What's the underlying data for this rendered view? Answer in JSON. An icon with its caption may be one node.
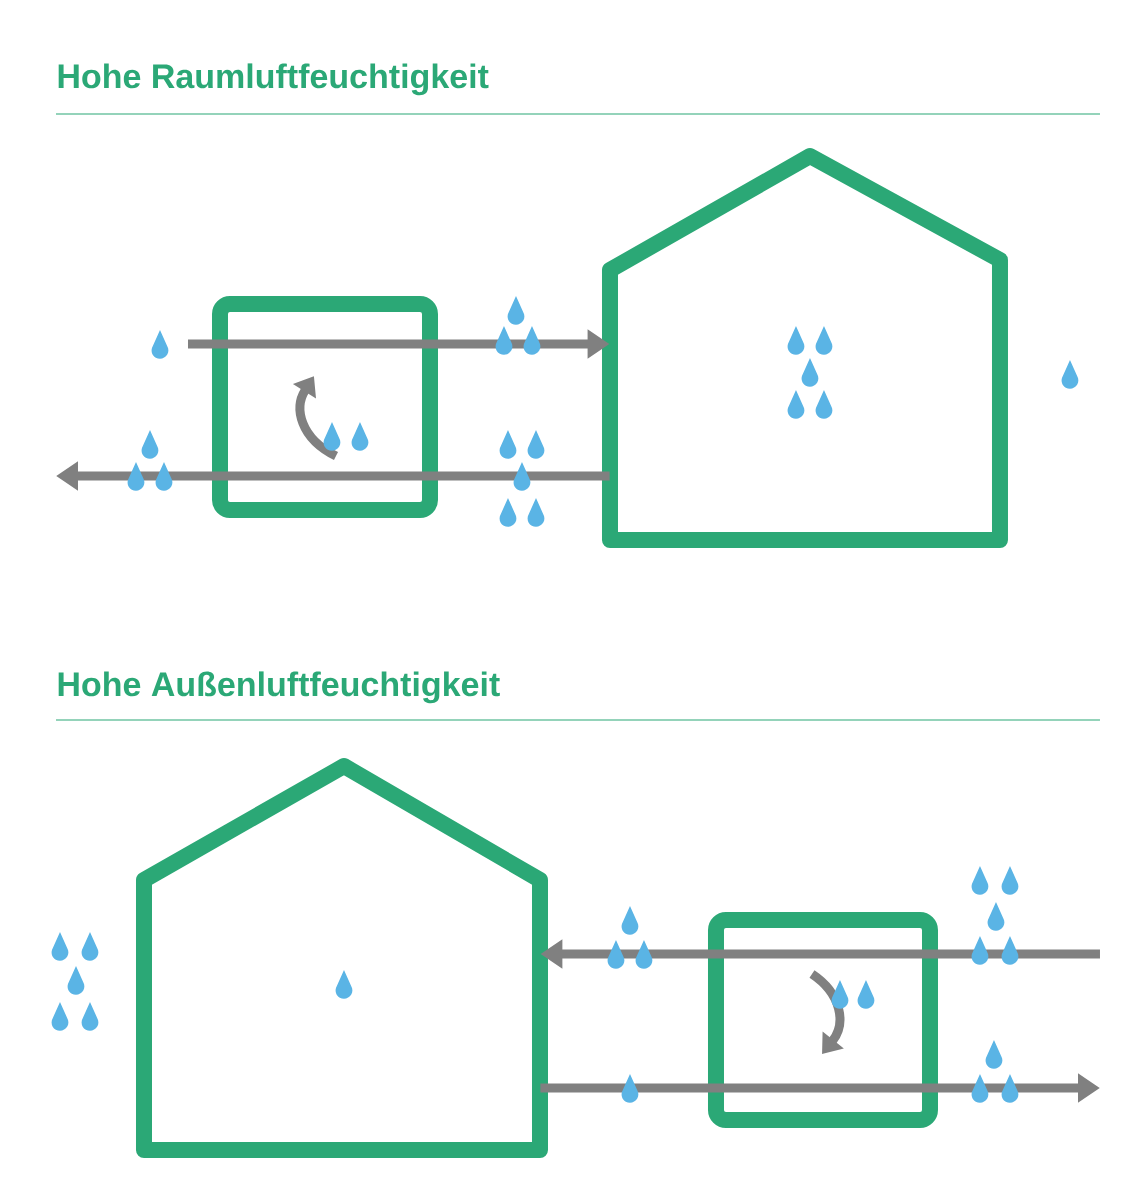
{
  "diagram": {
    "labels": [
      "Hohe Raumluftfeuchtigkeit",
      "Hohe Außenluftfeuchtigkeit"
    ],
    "nodes": [
      {
        "text": [],
        "shape": "house"
      },
      {
        "text": [],
        "shape": "box"
      },
      {
        "text": [],
        "shape": "house"
      },
      {
        "text": [],
        "shape": "box"
      }
    ],
    "edges": [
      {
        "from": null,
        "to": 0,
        "arrow": "to"
      },
      {
        "from": 0,
        "to": null,
        "arrow": "to"
      },
      {
        "from": null,
        "to": 2,
        "arrow": "to"
      },
      {
        "from": 2,
        "to": null,
        "arrow": "to"
      }
    ]
  }
}
